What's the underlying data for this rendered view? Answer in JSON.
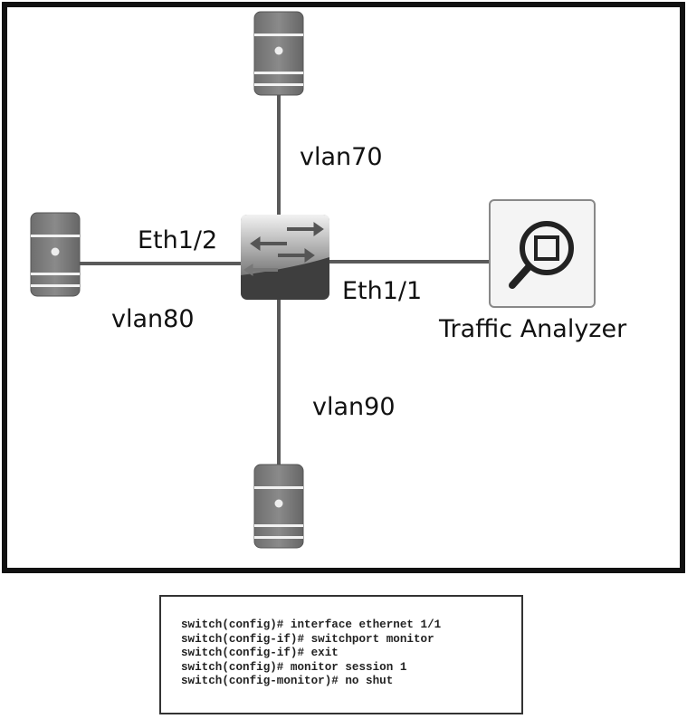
{
  "diagram": {
    "labels": {
      "vlan_top": "vlan70",
      "vlan_left": "vlan80",
      "vlan_bottom": "vlan90",
      "port_left": "Eth1/2",
      "port_right": "Eth1/1",
      "analyzer": "Traffic Analyzer"
    },
    "nodes": [
      {
        "id": "server-top",
        "type": "server",
        "vlan": "vlan70"
      },
      {
        "id": "server-left",
        "type": "server",
        "vlan": "vlan80",
        "port": "Eth1/2"
      },
      {
        "id": "server-bottom",
        "type": "server",
        "vlan": "vlan90"
      },
      {
        "id": "switch",
        "type": "switch-icon"
      },
      {
        "id": "traffic-analyzer",
        "type": "magnifier-icon",
        "port": "Eth1/1"
      }
    ]
  },
  "cli": {
    "lines": [
      "switch(config)# interface ethernet 1/1",
      "switch(config-if)# switchport monitor",
      "switch(config-if)# exit",
      "switch(config)# monitor session 1",
      "switch(config-monitor)# no shut"
    ]
  }
}
